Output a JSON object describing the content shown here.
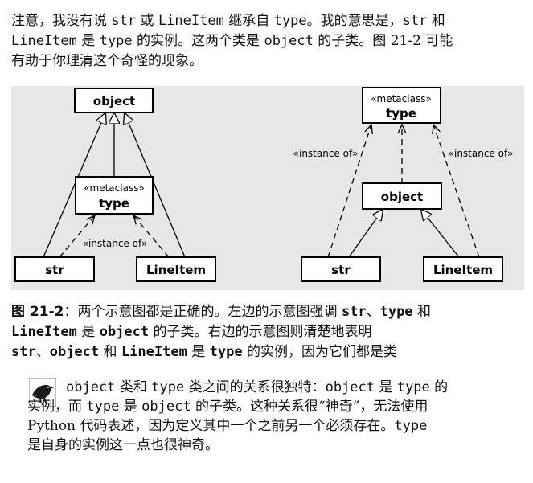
{
  "intro": {
    "lines": [
      [
        "注意，我没有说 ",
        "str",
        " 或 ",
        "LineItem",
        " 继承自 ",
        "type",
        "。我的意思是，",
        "str",
        " 和"
      ],
      [
        "LineItem",
        " 是 ",
        "type",
        " 的实例。这两个类是 ",
        "object",
        " 的子类。图 21-2 可能"
      ],
      [
        "有助于你理清这个奇怪的现象。"
      ]
    ]
  },
  "figure": {
    "left": {
      "object": "object",
      "metaclass_stereotype": "«metaclass»",
      "type": "type",
      "instance_of": "«instance of»",
      "str": "str",
      "lineitem": "LineItem"
    },
    "right": {
      "metaclass_stereotype": "«metaclass»",
      "type": "type",
      "instance_of_left": "«instance of»",
      "instance_of_right": "«instance of»",
      "object": "object",
      "str": "str",
      "lineitem": "LineItem"
    }
  },
  "caption": {
    "label": "图 21-2",
    "lines": [
      [
        "：两个示意图都是正确的。左边的示意图强调 ",
        "str",
        "、",
        "type",
        " 和"
      ],
      [
        "LineItem",
        " 是 ",
        "object",
        " 的子类。右边的示意图则清楚地表明"
      ],
      [
        "str",
        "、",
        "object",
        " 和 ",
        "LineItem",
        " 是 ",
        "type",
        " 的实例，因为它们都是类"
      ]
    ]
  },
  "note": {
    "icon": "crow-tip-icon",
    "lines": [
      [
        "object",
        " 类和 ",
        "type",
        " 类之间的关系很独特：",
        "object",
        " 是 ",
        "type",
        " 的"
      ],
      [
        "实例，而 ",
        "type",
        " 是 ",
        "object",
        " 的子类。这种关系很“神奇”，无法使用"
      ],
      [
        "Python 代码表述，因为定义其中一个之前另一个必须存在。",
        "type"
      ],
      [
        "是自身的实例这一点也很神奇。"
      ]
    ]
  }
}
